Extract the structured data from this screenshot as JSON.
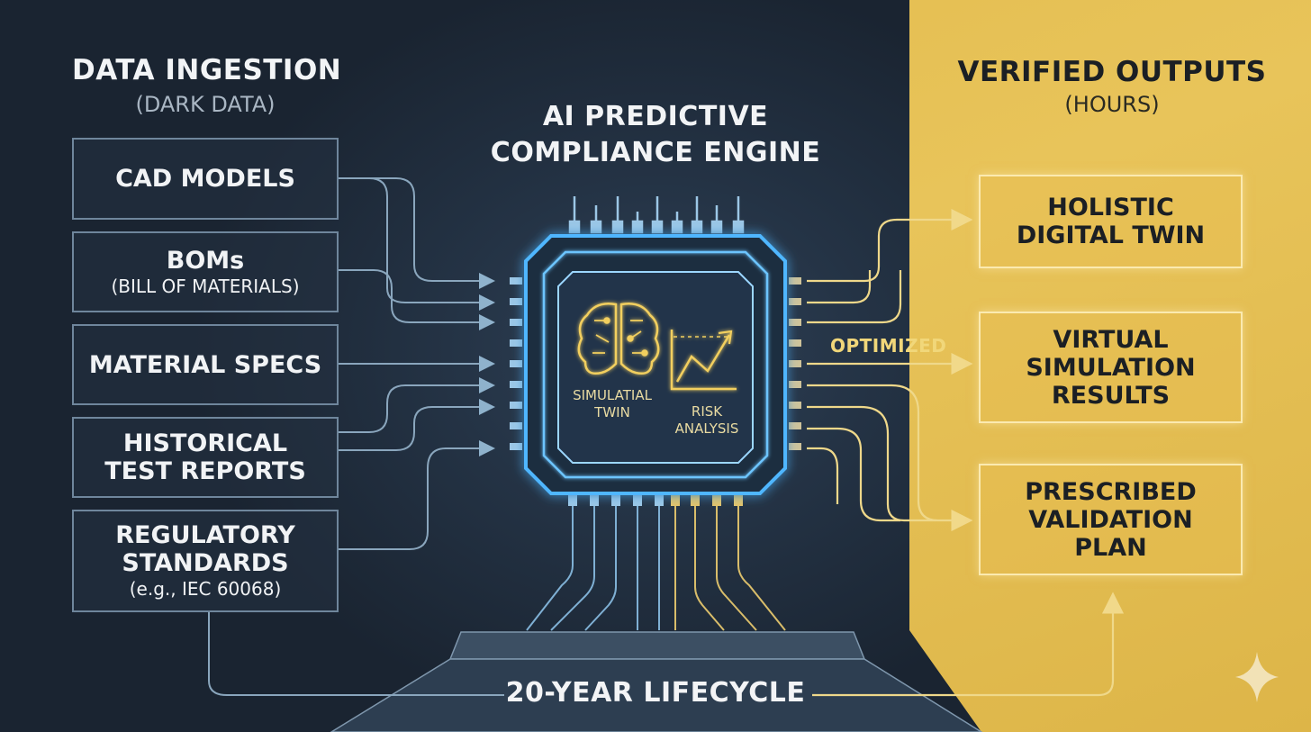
{
  "ingestion": {
    "title": "DATA INGESTION",
    "subtitle": "(DARK DATA)",
    "items": [
      {
        "title": "CAD MODELS",
        "sub": ""
      },
      {
        "title": "BOMs",
        "sub": "(BILL OF MATERIALS)"
      },
      {
        "title": "MATERIAL SPECS",
        "sub": ""
      },
      {
        "title": "HISTORICAL\nTEST REPORTS",
        "sub": ""
      },
      {
        "title": "REGULATORY\nSTANDARDS",
        "sub": "(e.g., IEC 60068)"
      }
    ]
  },
  "engine": {
    "title_line1": "AI PREDICTIVE",
    "title_line2": "COMPLIANCE ENGINE",
    "twin_label": "SIMULATIAL\nTWIN",
    "risk_label": "RISK\nANALYSIS"
  },
  "outputs": {
    "title": "VERIFIED OUTPUTS",
    "subtitle": "(HOURS)",
    "items": [
      {
        "title": "HOLISTIC\nDIGITAL TWIN"
      },
      {
        "title": "VIRTUAL\nSIMULATION\nRESULTS"
      },
      {
        "title": "PRESCRIBED\nVALIDATION\nPLAN"
      }
    ],
    "optimized_label": "OPTIMIZED"
  },
  "lifecycle": {
    "label": "20-YEAR LIFECYCLE"
  },
  "colors": {
    "background": "#1c2734",
    "gold": "#e4bf52",
    "circuit_blue": "#4fb6ff",
    "circuit_gold": "#e8c96a",
    "box_border": "#6f869c"
  },
  "icons": {
    "brain": "brain-circuit-icon",
    "chart": "rising-chart-icon",
    "sparkle": "sparkle-icon"
  }
}
